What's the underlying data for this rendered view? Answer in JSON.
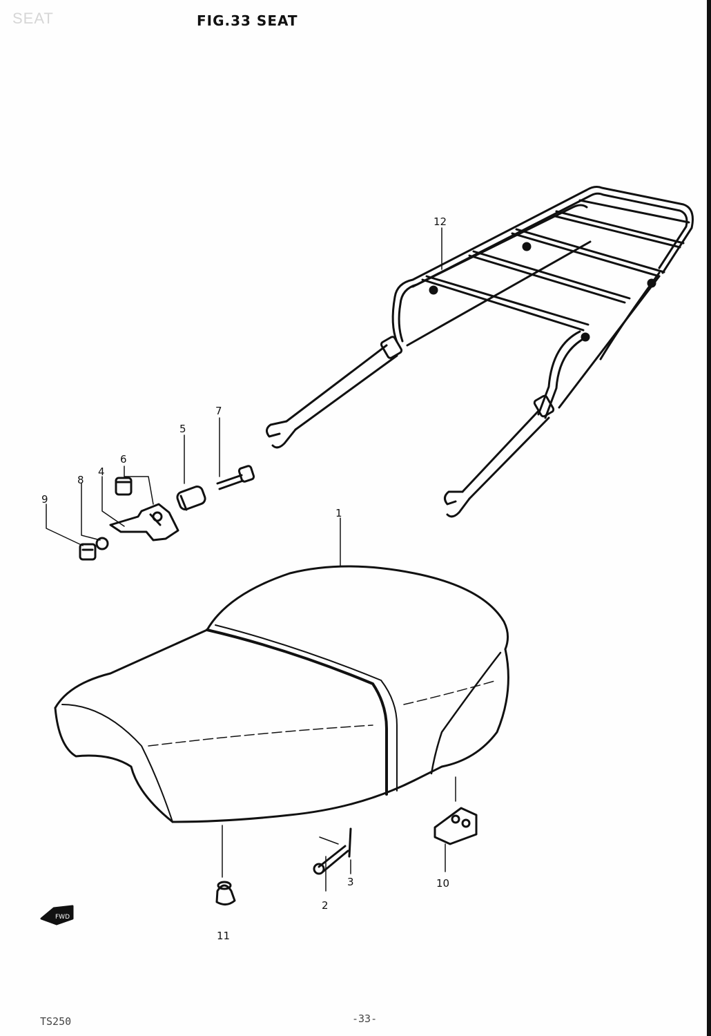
{
  "header": {
    "corner_label": "SEAT",
    "figure_title": "FIG.33  SEAT"
  },
  "callouts": {
    "c1": "1",
    "c2": "2",
    "c3": "3",
    "c4": "4",
    "c5": "5",
    "c6": "6",
    "c7": "7",
    "c8": "8",
    "c9": "9",
    "c10": "10",
    "c11": "11",
    "c12": "12"
  },
  "direction_arrow_text": "FWD",
  "footer": {
    "model": "TS250",
    "page": "-33-"
  }
}
